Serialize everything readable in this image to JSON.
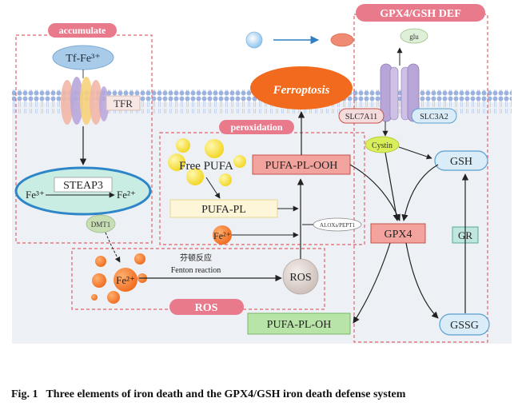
{
  "labels": {
    "accumulate": "accumulate",
    "tf_fe": "Tf-Fe³⁺",
    "tfr": "TFR",
    "steap3": "STEAP3",
    "fe3_in": "Fe³⁺",
    "fe2_out": "Fe²⁺",
    "dmt1": "DMT1",
    "ferroptosis": "Ferroptosis",
    "peroxidation": "peroxidation",
    "free_pufa": "Free PUFA",
    "pufa_pl": "PUFA-PL",
    "pufa_pl_ooh": "PUFA-PL-OOH",
    "fe2_small": "Fe²⁺",
    "aloxs": "ALOXs/PEPT1",
    "fenton_cn": "芬顿反应",
    "fenton_en": "Fenton reaction",
    "fe2_cluster": "Fe²⁺",
    "ros_circle": "ROS",
    "ros_tag": "ROS",
    "pufa_pl_oh": "PUFA-PL-OH",
    "gpx4_gsh_def": "GPX4/GSH DEF",
    "glu": "glu",
    "slc7a11": "SLC7A11",
    "slc3a2": "SLC3A2",
    "cystin": "Cystin",
    "gsh": "GSH",
    "gpx4": "GPX4",
    "gr": "GR",
    "gssg": "GSSG"
  },
  "caption": {
    "number": "Fig. 1",
    "text": "Three elements of iron death and the GPX4/GSH iron death defense system"
  },
  "colors": {
    "membrane": "#b8c8e8",
    "cytoplasm": "#eef2f6",
    "red_dash": "#e0646a",
    "pink_tag": "#e97a8c",
    "orange": "#f07a28",
    "yellow": "#f7e04a",
    "teal": "#bfe6df",
    "blue_ellipse": "#2e86c9",
    "purple": "#b9a6d8",
    "salmon": "#f4a7a0",
    "green_box": "#b9e4a8"
  }
}
